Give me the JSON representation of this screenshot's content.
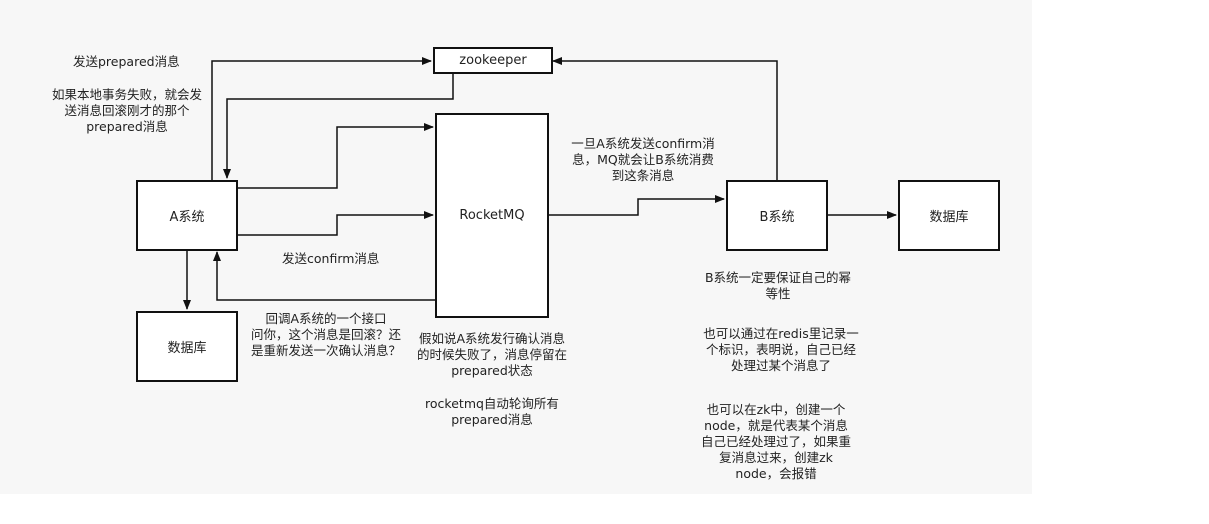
{
  "nodes": {
    "zookeeper": "zookeeper",
    "a_system": "A系统",
    "rocketmq": "RocketMQ",
    "b_system": "B系统",
    "db_a": "数据库",
    "db_b": "数据库"
  },
  "notes": {
    "send_prepared": "发送prepared消息",
    "rollback": "如果本地事务失败，就会发\n送消息回滚刚才的那个\nprepared消息",
    "send_confirm": "发送confirm消息",
    "callback": "回调A系统的一个接口\n问你，这个消息是回滚？还\n是重新发送一次确认消息？",
    "failed_confirm": "假如说A系统发行确认消息\n的时候失败了，消息停留在\nprepared状态",
    "auto_poll": "rocketmq自动轮询所有\nprepared消息",
    "confirm_consume": "一旦A系统发送confirm消\n息，MQ就会让B系统消费\n到这条消息",
    "idempotent": "B系统一定要保证自己的幂\n等性",
    "redis": "也可以通过在redis里记录一\n个标识，表明说，自己已经\n处理过某个消息了",
    "zk_node": "也可以在zk中，创建一个\nnode，就是代表某个消息\n自己已经处理过了，如果重\n复消息过来，创建zk\nnode，会报错"
  },
  "colors": {
    "background_panel": "#f7f7f7",
    "stroke": "#111111",
    "box_fill": "#ffffff"
  }
}
